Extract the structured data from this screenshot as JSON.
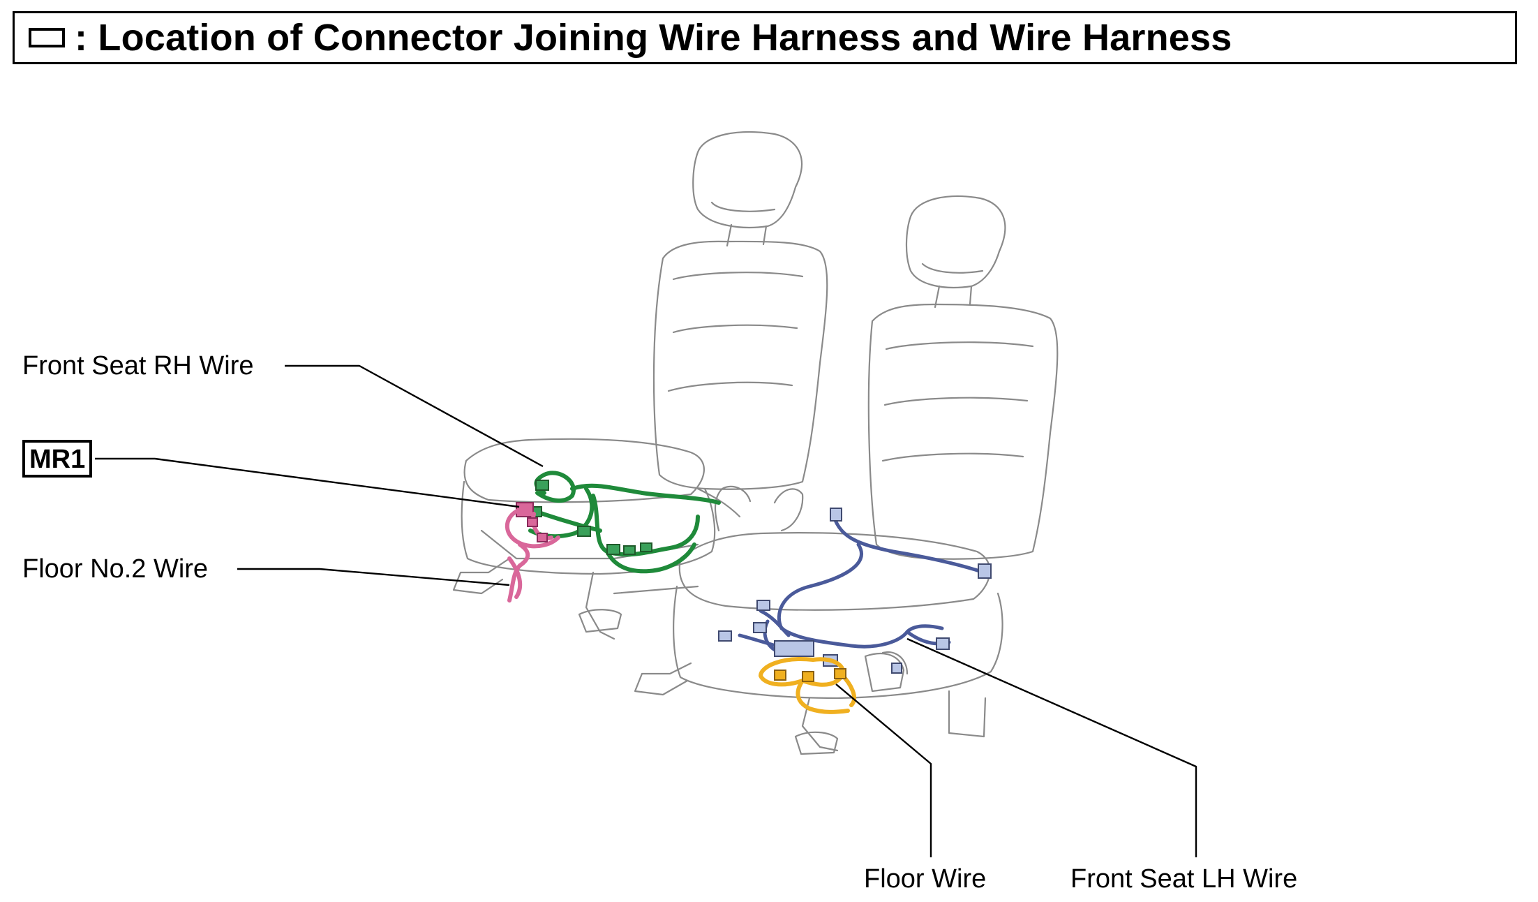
{
  "title": {
    "text": ": Location of Connector Joining Wire Harness and Wire Harness"
  },
  "labels": {
    "front_seat_rh_wire": "Front Seat RH Wire",
    "mr1": "MR1",
    "floor_no2_wire": "Floor No.2 Wire",
    "floor_wire": "Floor Wire",
    "front_seat_lh_wire": "Front Seat LH Wire"
  },
  "colors": {
    "front_seat_rh_wire": "#1f8a3a",
    "floor_no2_wire": "#d9679a",
    "front_seat_lh_wire": "#4a5a9a",
    "floor_wire": "#f0b020",
    "connector_blue": "#b9c6e6",
    "outline": "#8a8a8a"
  }
}
